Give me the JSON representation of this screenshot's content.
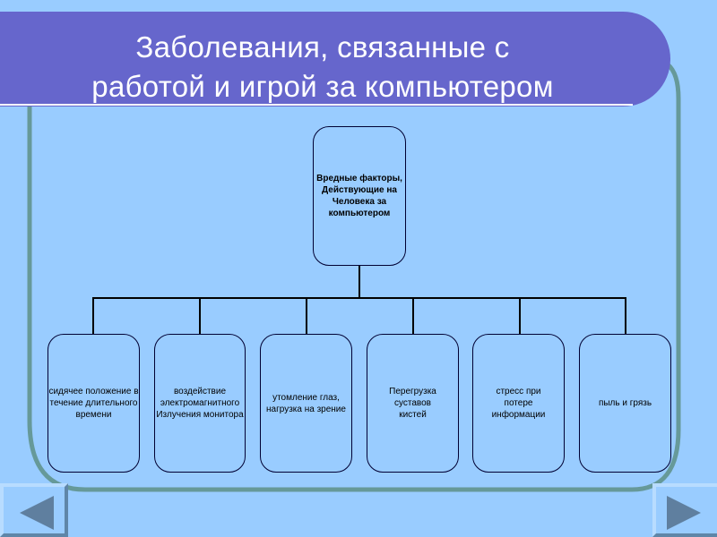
{
  "slide": {
    "title_line1": "Заболевания, связанные с",
    "title_line2": "работой и игрой за компьютером",
    "colors": {
      "background": "#99ccff",
      "title_bar": "#6666cc",
      "frame": "#669999",
      "nav_arrow": "#5f7f9f"
    }
  },
  "diagram": {
    "root": "Вредные факторы, Действующие на Человека за компьютером",
    "children": [
      "сидячее положение в течение длительного времени",
      "воздействие электромагнитного Излучения монитора",
      "утомление глаз, нагрузка на зрение",
      "Перегрузка суставов кистей",
      "стресс при потере информации",
      "пыль и грязь"
    ]
  },
  "navigation": {
    "prev_icon": "triangle-left-icon",
    "next_icon": "triangle-right-icon"
  }
}
